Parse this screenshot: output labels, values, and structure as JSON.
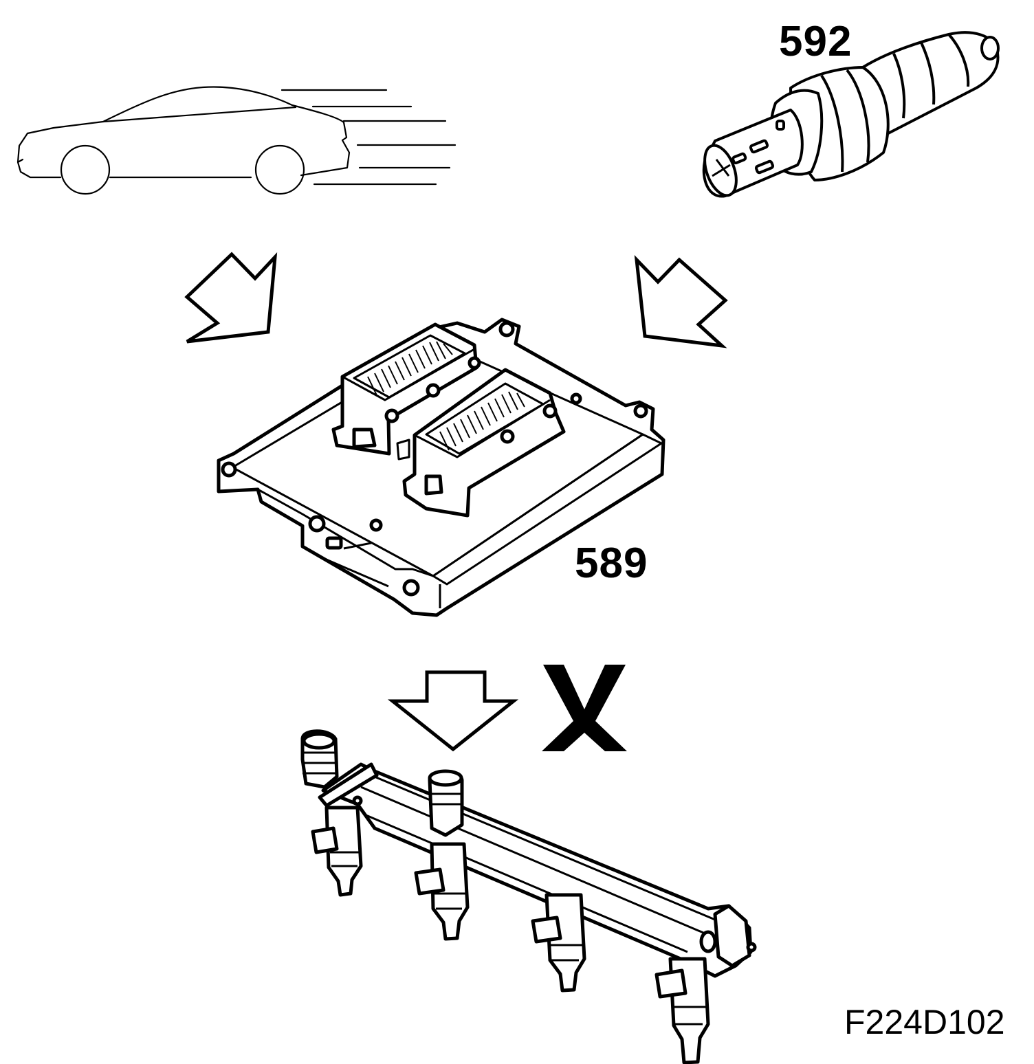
{
  "diagram": {
    "labels": {
      "oxygen_sensor": "592",
      "control_module": "589",
      "figure_id": "F224D102"
    },
    "icons": {
      "car": "moving-car-icon",
      "sensor": "oxygen-sensor-icon",
      "module": "engine-control-module-icon",
      "rail": "fuel-rail-injectors-icon",
      "cross": "cross-mark-icon"
    },
    "colors": {
      "line": "#000000",
      "background": "#ffffff"
    }
  }
}
